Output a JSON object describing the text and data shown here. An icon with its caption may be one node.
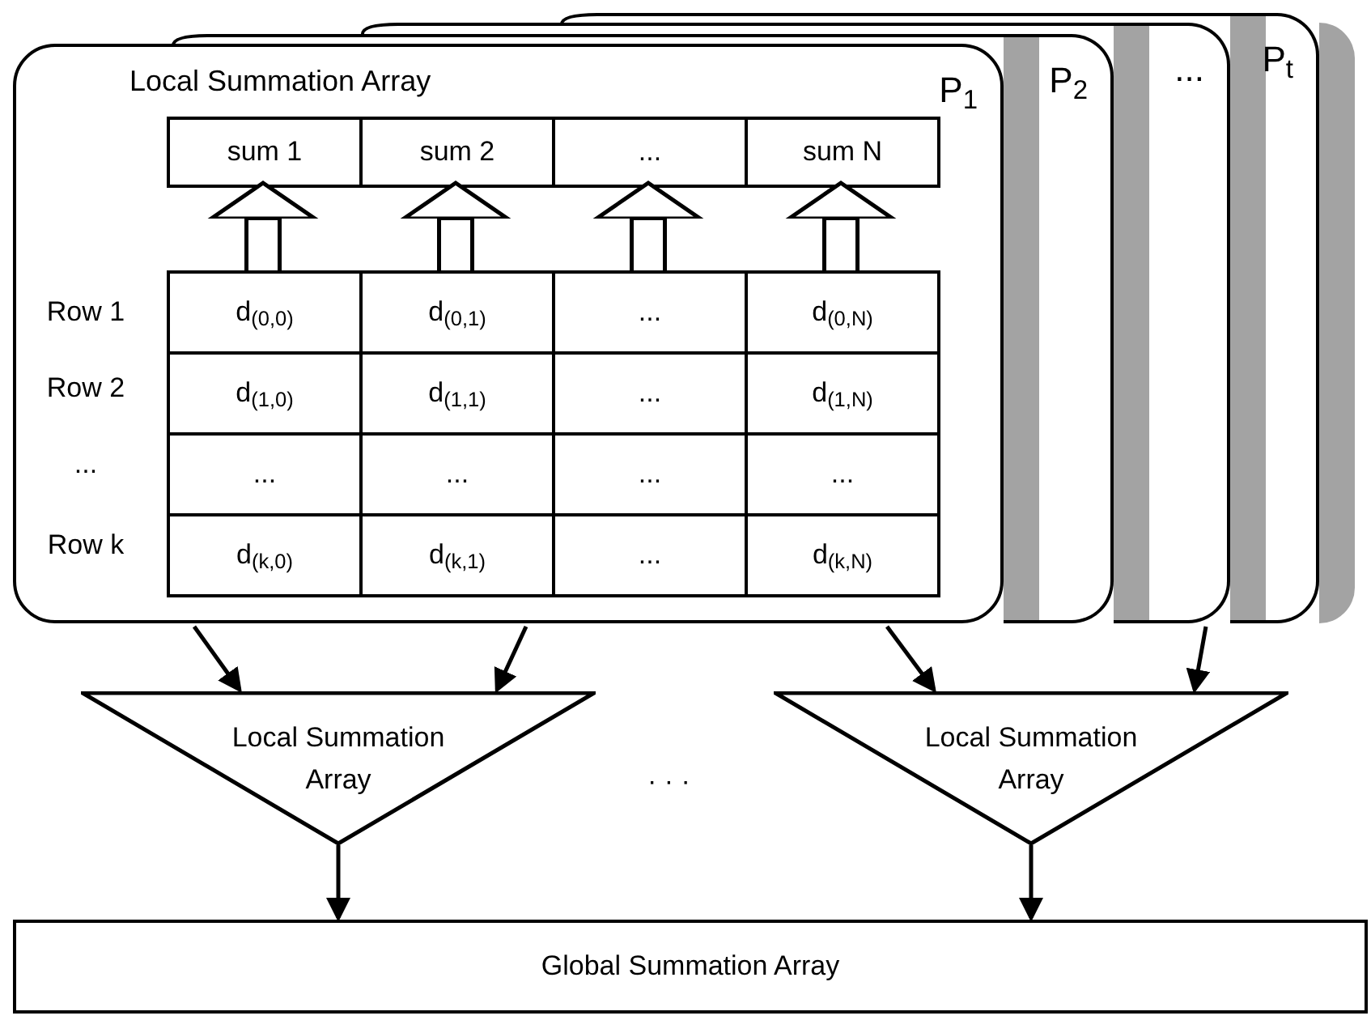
{
  "diagram": {
    "nodes": [
      {
        "text": [
          "Local Summation Array",
          "P$_{1}$"
        ]
      },
      {
        "text": [
          "sum 1"
        ],
        "in": 0
      },
      {
        "text": [
          "sum 2"
        ],
        "in": 0
      },
      {
        "text": [
          "..."
        ],
        "in": 0
      },
      {
        "text": [
          "sum N"
        ],
        "in": 0
      },
      {
        "text": [
          "d$_{(0,0)}$"
        ],
        "in": 0
      },
      {
        "text": [
          "d$_{(0,1)}$"
        ],
        "in": 0
      },
      {
        "text": [
          "..."
        ],
        "in": 0
      },
      {
        "text": [
          "d$_{(0,N)}$"
        ],
        "in": 0
      },
      {
        "text": [
          "d$_{(1,0)}$"
        ],
        "in": 0
      },
      {
        "text": [
          "d$_{(1,1)}$"
        ],
        "in": 0
      },
      {
        "text": [
          "..."
        ],
        "in": 0
      },
      {
        "text": [
          "d$_{(1,N)}$"
        ],
        "in": 0
      },
      {
        "text": [
          "..."
        ],
        "in": 0
      },
      {
        "text": [
          "..."
        ],
        "in": 0
      },
      {
        "text": [
          "..."
        ],
        "in": 0
      },
      {
        "text": [
          "..."
        ],
        "in": 0
      },
      {
        "text": [
          "d$_{(k,0)}$"
        ],
        "in": 0
      },
      {
        "text": [
          "d$_{(k,1)}$"
        ],
        "in": 0
      },
      {
        "text": [
          "..."
        ],
        "in": 0
      },
      {
        "text": [
          "d$_{(k,N)}$"
        ],
        "in": 0
      },
      {
        "text": [
          "P$_{2}$"
        ]
      },
      {
        "text": [
          "..."
        ]
      },
      {
        "text": [
          "P$_{t}$"
        ]
      },
      {
        "text": [
          "Local Summation Array"
        ]
      },
      {
        "text": [
          "Local Summation Array"
        ]
      },
      {
        "text": [
          "Global Summation Array"
        ]
      }
    ],
    "edges": [
      {
        "from": 5,
        "to": 1,
        "arrow": "to",
        "style": "thick"
      },
      {
        "from": 6,
        "to": 2,
        "arrow": "to",
        "style": "thick"
      },
      {
        "from": 7,
        "to": 3,
        "arrow": "to",
        "style": "thick"
      },
      {
        "from": 8,
        "to": 4,
        "arrow": "to",
        "style": "thick"
      },
      {
        "from": 0,
        "to": 24,
        "arrow": "to"
      },
      {
        "from": 0,
        "to": 24,
        "arrow": "to"
      },
      {
        "from": 0,
        "to": 25,
        "arrow": "to"
      },
      {
        "from": 22,
        "to": 25,
        "arrow": "to"
      },
      {
        "from": 24,
        "to": 26,
        "arrow": "to"
      },
      {
        "from": 25,
        "to": 26,
        "arrow": "to"
      }
    ],
    "labels": [
      "Row 1",
      "Row 2",
      "...",
      "Row k",
      "· · ·"
    ]
  }
}
